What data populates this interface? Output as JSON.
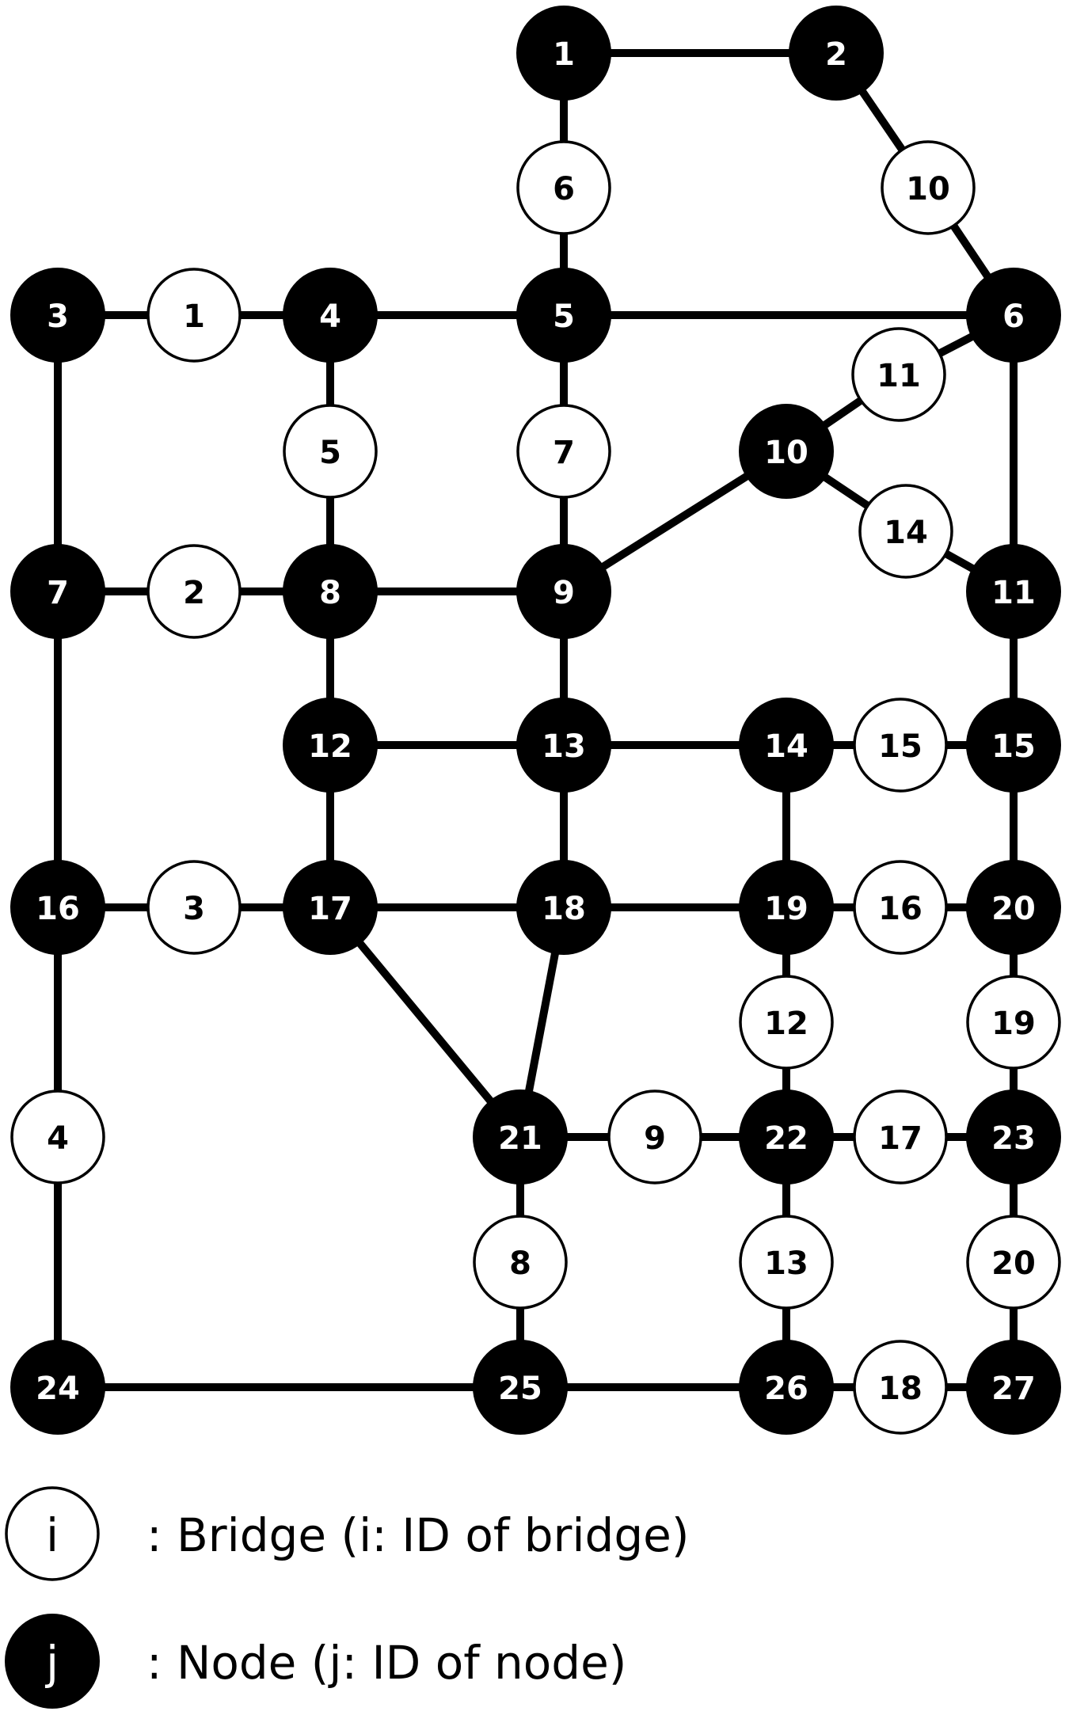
{
  "diagram": {
    "type": "network",
    "colors": {
      "node_fill": "#000000",
      "node_text": "#ffffff",
      "bridge_fill": "#ffffff",
      "bridge_text": "#000000",
      "edge": "#000000"
    },
    "nodes": [
      "1",
      "2",
      "3",
      "4",
      "5",
      "6",
      "7",
      "8",
      "9",
      "10",
      "11",
      "12",
      "13",
      "14",
      "15",
      "16",
      "17",
      "18",
      "19",
      "20",
      "21",
      "22",
      "23",
      "24",
      "25",
      "26",
      "27"
    ],
    "bridges": [
      "1",
      "2",
      "3",
      "4",
      "5",
      "6",
      "7",
      "8",
      "9",
      "10",
      "11",
      "12",
      "13",
      "14",
      "15",
      "16",
      "17",
      "18",
      "19",
      "20"
    ],
    "edges": [
      [
        "n1",
        "n2"
      ],
      [
        "n1",
        "b6"
      ],
      [
        "b6",
        "n5"
      ],
      [
        "n2",
        "b10"
      ],
      [
        "b10",
        "n6"
      ],
      [
        "n3",
        "b1"
      ],
      [
        "b1",
        "n4"
      ],
      [
        "n4",
        "n5"
      ],
      [
        "n5",
        "n6"
      ],
      [
        "n3",
        "n7"
      ],
      [
        "n4",
        "b5"
      ],
      [
        "b5",
        "n8"
      ],
      [
        "n5",
        "b7"
      ],
      [
        "b7",
        "n9"
      ],
      [
        "n6",
        "b11"
      ],
      [
        "b11",
        "n10"
      ],
      [
        "n10",
        "b14"
      ],
      [
        "b14",
        "n11"
      ],
      [
        "n6",
        "n11"
      ],
      [
        "n10",
        "n9"
      ],
      [
        "n7",
        "b2"
      ],
      [
        "b2",
        "n8"
      ],
      [
        "n8",
        "n9"
      ],
      [
        "n8",
        "n12"
      ],
      [
        "n9",
        "n13"
      ],
      [
        "n11",
        "n15"
      ],
      [
        "n12",
        "n13"
      ],
      [
        "n13",
        "n14"
      ],
      [
        "n14",
        "b15"
      ],
      [
        "b15",
        "n15"
      ],
      [
        "n12",
        "n17"
      ],
      [
        "n13",
        "n18"
      ],
      [
        "n14",
        "n19"
      ],
      [
        "n15",
        "n20"
      ],
      [
        "n7",
        "n16"
      ],
      [
        "n16",
        "b3"
      ],
      [
        "b3",
        "n17"
      ],
      [
        "n17",
        "n18"
      ],
      [
        "n18",
        "n19"
      ],
      [
        "n19",
        "b16"
      ],
      [
        "b16",
        "n20"
      ],
      [
        "n17",
        "n21"
      ],
      [
        "n18",
        "n21"
      ],
      [
        "n19",
        "b12"
      ],
      [
        "b12",
        "n22"
      ],
      [
        "n20",
        "b19"
      ],
      [
        "b19",
        "n23"
      ],
      [
        "n16",
        "b4"
      ],
      [
        "b4",
        "n24"
      ],
      [
        "n21",
        "b9"
      ],
      [
        "b9",
        "n22"
      ],
      [
        "n22",
        "b17"
      ],
      [
        "b17",
        "n23"
      ],
      [
        "n21",
        "b8"
      ],
      [
        "b8",
        "n25"
      ],
      [
        "n22",
        "b13"
      ],
      [
        "b13",
        "n26"
      ],
      [
        "n23",
        "b20"
      ],
      [
        "b20",
        "n27"
      ],
      [
        "n24",
        "n25"
      ],
      [
        "n25",
        "n26"
      ],
      [
        "n26",
        "b18"
      ],
      [
        "b18",
        "n27"
      ]
    ]
  },
  "legend": {
    "bridge_symbol": "i",
    "bridge_text": ": Bridge (i: ID of bridge)",
    "node_symbol": "j",
    "node_text": ": Node (j: ID of node)"
  }
}
